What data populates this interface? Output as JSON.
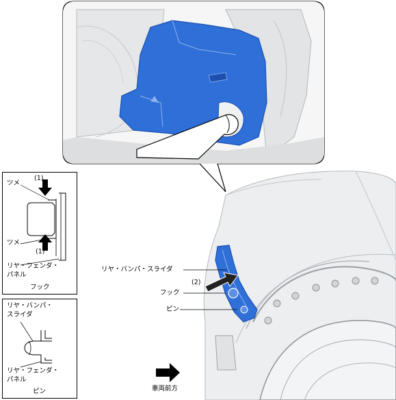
{
  "callout": {
    "label_tsume_top": "ツメ",
    "label_tsume_bottom": "ツメ",
    "label_1_top": "(1)",
    "label_1_bottom": "(1)",
    "label_rear_fender_panel_a": "リヤ・フェンダ・",
    "label_rear_fender_panel_b": "パネル",
    "caption_hook": "フック"
  },
  "callout_pin": {
    "label_rear_bumper_slider_a": "リヤ・バンパ・",
    "label_rear_bumper_slider_b": "スライダ",
    "label_rear_fender_panel_a": "リヤ・フェンダ・",
    "label_rear_fender_panel_b": "パネル",
    "caption_pin": "ピン"
  },
  "main": {
    "label_rear_bumper_slider": "リヤ・バンパ・スライダ",
    "label_2": "(2)",
    "label_hook": "フック",
    "label_pin": "ピン",
    "label_vehicle_front": "車両前方"
  },
  "colors": {
    "part_blue": "#2f6fd8",
    "part_blue_dark": "#1c4fb0",
    "body_gray": "#e4e6e8",
    "line_gray": "#9a9ea3"
  }
}
